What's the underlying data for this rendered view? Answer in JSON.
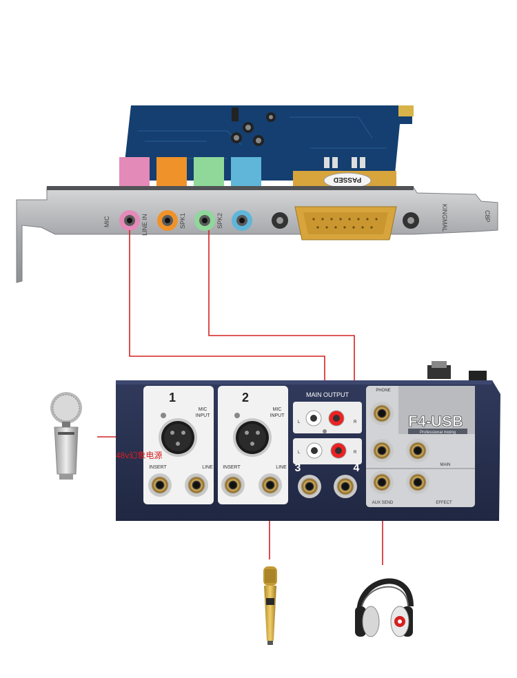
{
  "sound_card": {
    "port_labels": [
      "MIC",
      "LINE IN",
      "SPK1",
      "SPK2"
    ],
    "stamp": "PASSED",
    "vendor_mark": "KINGMAL",
    "model_mark": "C8P"
  },
  "mixer": {
    "channel_1": {
      "number": "1",
      "mic_label": "MIC",
      "input_label": "INPUT",
      "insert_label": "INSERT",
      "line_label": "LINE"
    },
    "channel_2": {
      "number": "2",
      "mic_label": "MIC",
      "input_label": "INPUT",
      "insert_label": "INSERT",
      "line_label": "LINE"
    },
    "main_output": {
      "title": "MAIN OUTPUT",
      "left": "L",
      "right": "R",
      "ch3": "3",
      "ch4": "4"
    },
    "phone_label": "PHONE",
    "brand": "F4-USB",
    "tagline": "Professional mixing",
    "main_label": "MAIN",
    "aux_send_label": "AUX SEND",
    "effect_label": "EFFECT"
  },
  "annotations": {
    "phantom_power": "48v幻象电源"
  },
  "colors": {
    "wire": "#d42020",
    "pcb": "#123e6e",
    "bracket": "#a9abae",
    "mixer_panel": "#27304f",
    "mic_port": "#e48ab8",
    "line_in_port": "#f0922a",
    "spk1_port": "#8fd89a",
    "spk2_port": "#5fb6d8"
  }
}
